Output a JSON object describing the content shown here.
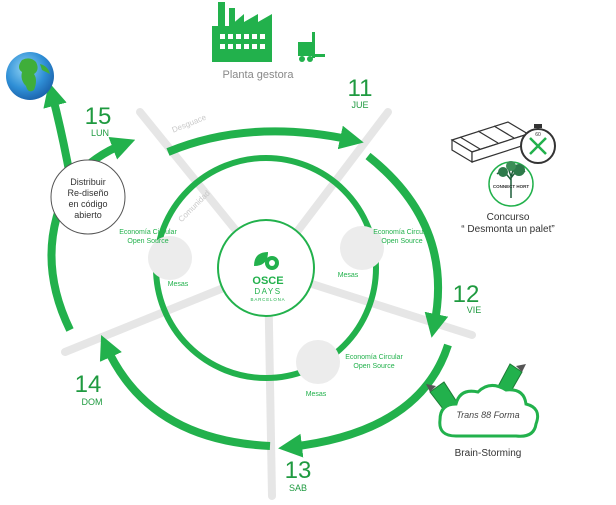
{
  "header": {
    "plant_label": "Planta gestora"
  },
  "days": [
    {
      "num": "11",
      "name": "JUE"
    },
    {
      "num": "12",
      "name": "VIE"
    },
    {
      "num": "13",
      "name": "SAB"
    },
    {
      "num": "14",
      "name": "DOM"
    },
    {
      "num": "15",
      "name": "LUN"
    }
  ],
  "center_logo": {
    "line1": "OSCE",
    "line2": "DAYS",
    "line3": "BARCELONA"
  },
  "spokes": {
    "label_top": "Desguace",
    "label_inner": "Comunidad"
  },
  "nodes": {
    "economia_label_1": "Economía Circular",
    "economia_label_2": "Open Source",
    "mesas_label": "Mesas"
  },
  "distribuir": {
    "line1": "Distribuir",
    "line2": "Re-diseño",
    "line3": "en código",
    "line4": "abierto"
  },
  "concurso": {
    "title": "Concurso",
    "subtitle": "“ Desmonta un palet”",
    "timer": "60",
    "logo_text": "CONNECT HORT"
  },
  "brainstorm": {
    "label": "Brain-Storming",
    "script_text": "Trans 88 Forma"
  },
  "colors": {
    "green": "#22b14c",
    "dark_green": "#1d7a35",
    "gray": "#e3e3e3",
    "dark": "#333333"
  }
}
